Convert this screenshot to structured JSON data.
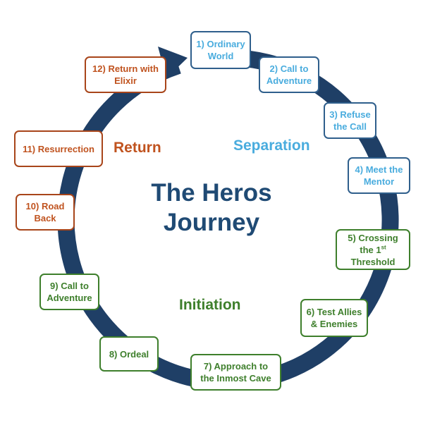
{
  "title": {
    "line1": "The Heros",
    "line2": "Journey"
  },
  "phases": {
    "separation": "Separation",
    "initiation": "Initiation",
    "return": "Return"
  },
  "stages": {
    "s1": {
      "line1": "1) Ordinary",
      "line2": "World"
    },
    "s2": {
      "line1": "2) Call to",
      "line2": "Adventure"
    },
    "s3": {
      "line1": "3) Refuse",
      "line2": "the Call"
    },
    "s4": {
      "line1": "4) Meet the",
      "line2": "Mentor"
    },
    "s5": {
      "line1": "5) Crossing",
      "line2_pre": "the 1",
      "line2_sup": "st",
      "line3": "Threshold"
    },
    "s6": {
      "line1": "6) Test Allies",
      "line2": "& Enemies"
    },
    "s7": {
      "line1": "7) Approach to",
      "line2": "the Inmost Cave"
    },
    "s8": {
      "line1": "8) Ordeal"
    },
    "s9": {
      "line1": "9) Call to",
      "line2": "Adventure"
    },
    "s10": {
      "line1": "10) Road",
      "line2": "Back"
    },
    "s11": {
      "line1": "11) Resurrection"
    },
    "s12": {
      "line1": "12) Return with",
      "line2": "Elixir"
    }
  },
  "colors": {
    "ring": "#1f3f66",
    "separation": "#49acde",
    "initiation": "#3e7f2c",
    "return": "#c0531f",
    "title": "#1f4a74"
  }
}
